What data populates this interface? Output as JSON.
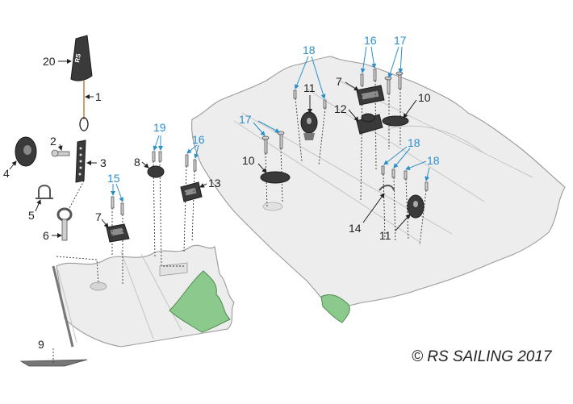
{
  "diagram": {
    "copyright": "© RS SAILING 2017",
    "colors": {
      "label_black": "#222222",
      "label_blue": "#2b8fc9",
      "deck": "#ededed",
      "hardware": "#3a3a3a",
      "green_patch": "#8bc98d"
    },
    "callouts": {
      "c20": "20",
      "c1": "1",
      "c2": "2",
      "c3": "3",
      "c4": "4",
      "c5": "5",
      "c6": "6",
      "c7a": "7",
      "c8": "8",
      "c9": "9",
      "c13": "13",
      "c15": "15",
      "c16a": "16",
      "c19": "19",
      "c18a": "18",
      "c16b": "16",
      "c17a": "17",
      "c7b": "7",
      "c11a": "11",
      "c12": "12",
      "c10a": "10",
      "c17b": "17",
      "c10b": "10",
      "c18b": "18",
      "c18c": "18",
      "c14": "14",
      "c11b": "11"
    }
  }
}
